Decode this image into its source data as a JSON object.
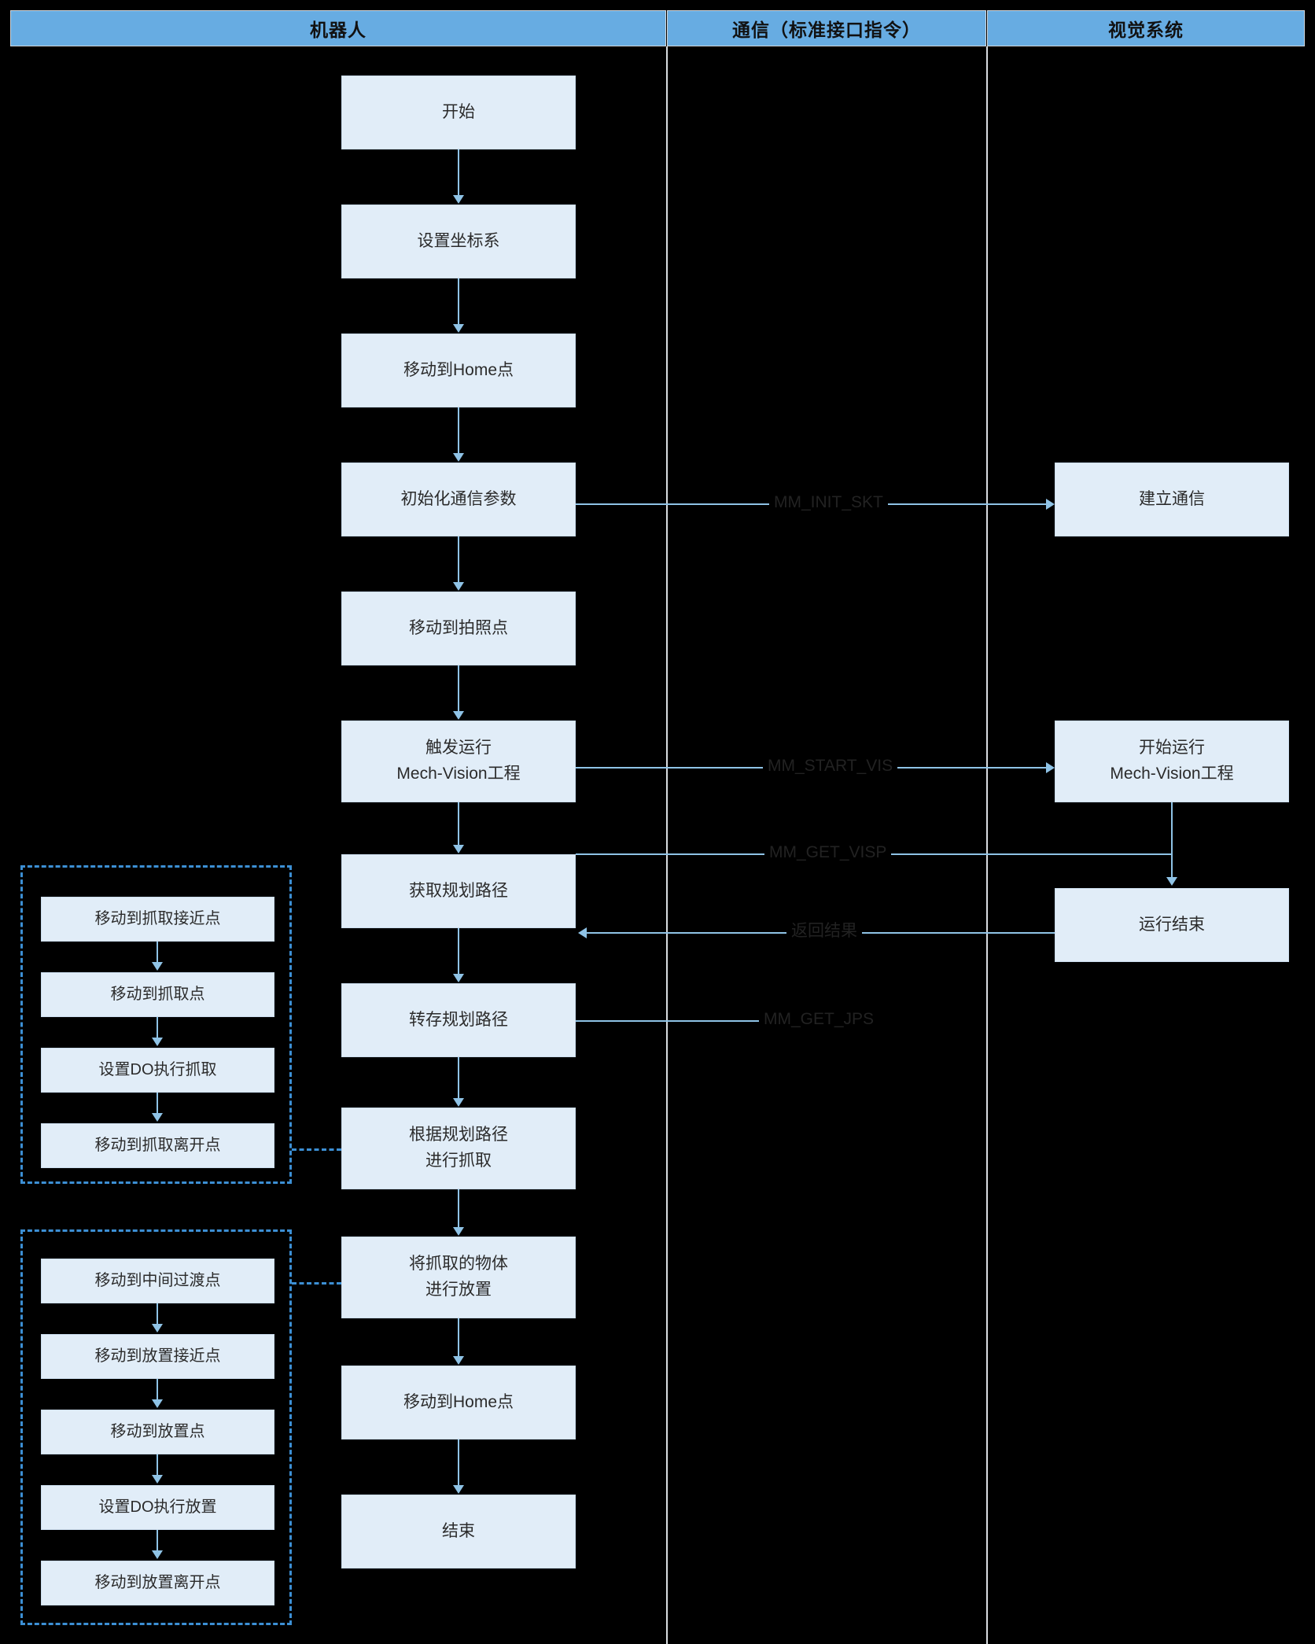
{
  "lanes": [
    {
      "id": "robot",
      "label": "机器人"
    },
    {
      "id": "comm",
      "label": "通信（标准接口指令）"
    },
    {
      "id": "vision",
      "label": "视觉系统"
    }
  ],
  "colors": {
    "lane_header_bg": "#67ACE2",
    "node_fill": "#E1EDF8",
    "node_border": "#CBDDEE",
    "connector": "#8FC3E6",
    "dashed_group": "#3C8FD4",
    "canvas_bg": "#000000",
    "label_text": "#222222"
  },
  "robot_flow": [
    {
      "id": "start",
      "lines": [
        "开始"
      ]
    },
    {
      "id": "set-frame",
      "lines": [
        "设置坐标系"
      ]
    },
    {
      "id": "move-home-1",
      "lines": [
        "移动到Home点"
      ]
    },
    {
      "id": "init-comm",
      "lines": [
        "初始化通信参数"
      ]
    },
    {
      "id": "move-capture",
      "lines": [
        "移动到拍照点"
      ]
    },
    {
      "id": "trigger-vis",
      "lines": [
        "触发运行",
        "Mech-Vision工程"
      ]
    },
    {
      "id": "get-path",
      "lines": [
        "获取规划路径"
      ]
    },
    {
      "id": "store-path",
      "lines": [
        "转存规划路径"
      ]
    },
    {
      "id": "pick-by-path",
      "lines": [
        "根据规划路径",
        "进行抓取"
      ]
    },
    {
      "id": "place-object",
      "lines": [
        "将抓取的物体",
        "进行放置"
      ]
    },
    {
      "id": "move-home-2",
      "lines": [
        "移动到Home点"
      ]
    },
    {
      "id": "end",
      "lines": [
        "结束"
      ]
    }
  ],
  "vision_flow": [
    {
      "id": "establish-comm",
      "lines": [
        "建立通信"
      ]
    },
    {
      "id": "run-vis",
      "lines": [
        "开始运行",
        "Mech-Vision工程"
      ]
    },
    {
      "id": "run-finished",
      "lines": [
        "运行结束"
      ]
    }
  ],
  "comm_labels": [
    {
      "id": "init-skt",
      "text": "MM_INIT_SKT"
    },
    {
      "id": "start-vis",
      "text": "MM_START_VIS"
    },
    {
      "id": "get-visp",
      "text": "MM_GET_VISP"
    },
    {
      "id": "return",
      "text": "返回结果"
    },
    {
      "id": "get-jps",
      "text": "MM_GET_JPS"
    }
  ],
  "pick_group": {
    "id": "pick-subroutine",
    "steps": [
      {
        "id": "pick-approach",
        "label": "移动到抓取接近点"
      },
      {
        "id": "pick-point",
        "label": "移动到抓取点"
      },
      {
        "id": "pick-do",
        "label": "设置DO执行抓取"
      },
      {
        "id": "pick-depart",
        "label": "移动到抓取离开点"
      }
    ]
  },
  "place_group": {
    "id": "place-subroutine",
    "steps": [
      {
        "id": "transit-point",
        "label": "移动到中间过渡点"
      },
      {
        "id": "place-approach",
        "label": "移动到放置接近点"
      },
      {
        "id": "place-point",
        "label": "移动到放置点"
      },
      {
        "id": "place-do",
        "label": "设置DO执行放置"
      },
      {
        "id": "place-depart",
        "label": "移动到放置离开点"
      }
    ]
  }
}
